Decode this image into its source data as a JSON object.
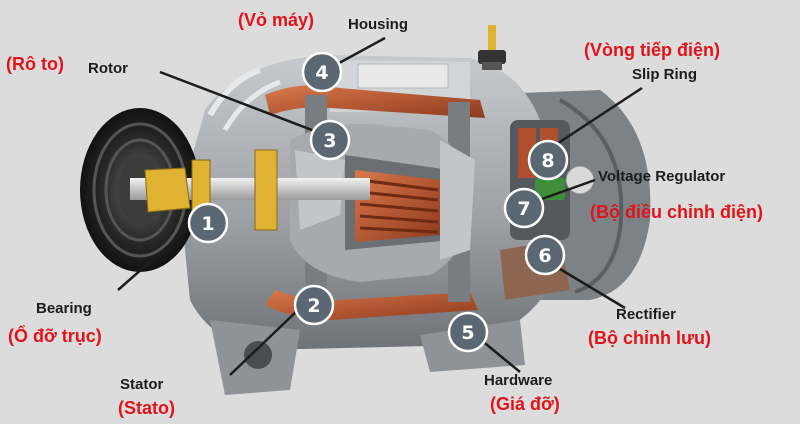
{
  "colors": {
    "background": "#dcdcdc",
    "label_vietnamese": "#e0141b",
    "label_english": "#1c1c1c",
    "badge": "#5b6873",
    "copper": "#b04f2c",
    "metal": "#a9adb2"
  },
  "parts": [
    {
      "number": "1",
      "name": "Bearing",
      "name_vi": "(Ổ đỡ trục)"
    },
    {
      "number": "2",
      "name": "Stator",
      "name_vi": "(Stato)"
    },
    {
      "number": "3",
      "name": "Rotor",
      "name_vi": "(Rô to)"
    },
    {
      "number": "4",
      "name": "Housing",
      "name_vi": "(Vỏ máy)"
    },
    {
      "number": "5",
      "name": "Hardware",
      "name_vi": "(Giá đỡ)"
    },
    {
      "number": "6",
      "name": "Rectifier",
      "name_vi": "(Bộ chỉnh lưu)"
    },
    {
      "number": "7",
      "name": "Voltage Regulator",
      "name_vi": "(Bộ điều chỉnh điện)"
    },
    {
      "number": "8",
      "name": "Slip Ring",
      "name_vi": "(Vòng tiếp điện)"
    }
  ]
}
